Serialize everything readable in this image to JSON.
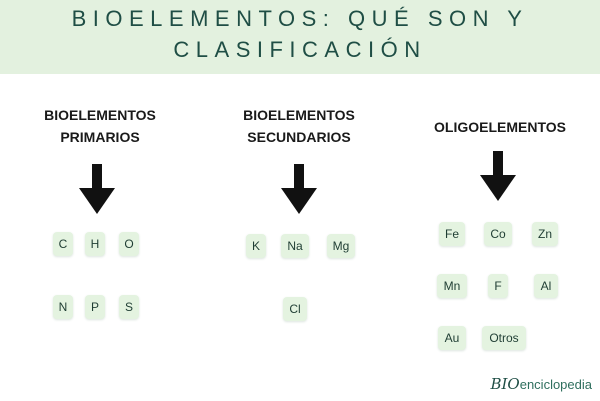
{
  "header": {
    "title_line1": "BIOELEMENTOS: QUÉ SON Y",
    "title_line2": "CLASIFICACIÓN"
  },
  "columns": [
    {
      "title_line1": "BIOELEMENTOS",
      "title_line2": "PRIMARIOS",
      "elements": [
        "C",
        "H",
        "O",
        "N",
        "P",
        "S"
      ]
    },
    {
      "title_line1": "BIOELEMENTOS",
      "title_line2": "SECUNDARIOS",
      "elements": [
        "K",
        "Na",
        "Mg",
        "Cl"
      ]
    },
    {
      "title_line1": "OLIGOELEMENTOS",
      "title_line2": "",
      "elements": [
        "Fe",
        "Co",
        "Zn",
        "Mn",
        "F",
        "Al",
        "Au",
        "Otros"
      ]
    }
  ],
  "branding": {
    "logo_text": "BIO",
    "site_text": "enciclopedia"
  },
  "colors": {
    "header_background": "#e3f1df",
    "chip_background": "#e4f3e0",
    "title_text": "#1f4e45"
  }
}
